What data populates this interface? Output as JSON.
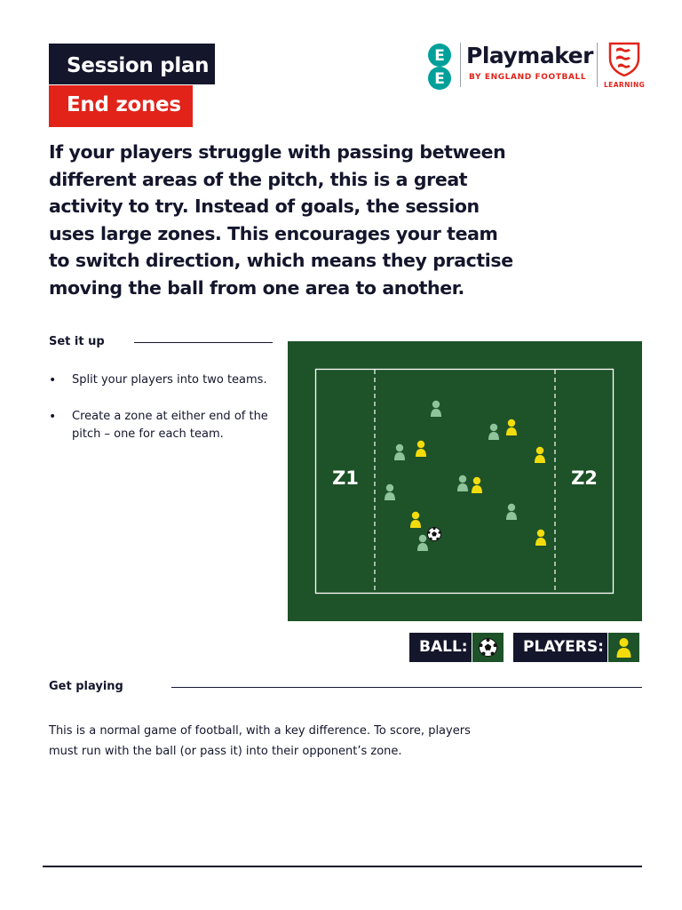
{
  "header": {
    "title": "Session plan",
    "subtitle": "End zones"
  },
  "brand": {
    "name": "Playmaker",
    "sub": "BY ENGLAND FOOTBALL",
    "fa_sub": "LEARNING",
    "ee_letters": "EE",
    "icons": [
      "ee-logo",
      "three-lions-crest"
    ]
  },
  "intro": "If your players struggle with passing between different areas of the pitch, this is a great activity to try. Instead of goals, the session uses large zones. This encourages your team to switch direction, which means they practise moving the ball from one area to another.",
  "setup": {
    "title": "Set it up",
    "bullets": [
      "Split your players into two teams.",
      "Create a zone at either end of the pitch – one for each team."
    ]
  },
  "pitch": {
    "zone_left": "Z1",
    "zone_right": "Z2",
    "team_a_color": "#8fc39a",
    "team_b_color": "#f4dc0c",
    "grass_color": "#1e5228"
  },
  "legend": {
    "ball_label": "BALL:",
    "players_label": "PLAYERS:"
  },
  "playing": {
    "title": "Get playing",
    "text": "This is a normal game of football, with a key difference. To score, players must run with the ball (or pass it) into their opponent’s zone."
  },
  "colors": {
    "navy": "#14162c",
    "red": "#e2231a",
    "ee_teal": "#00a09a"
  }
}
